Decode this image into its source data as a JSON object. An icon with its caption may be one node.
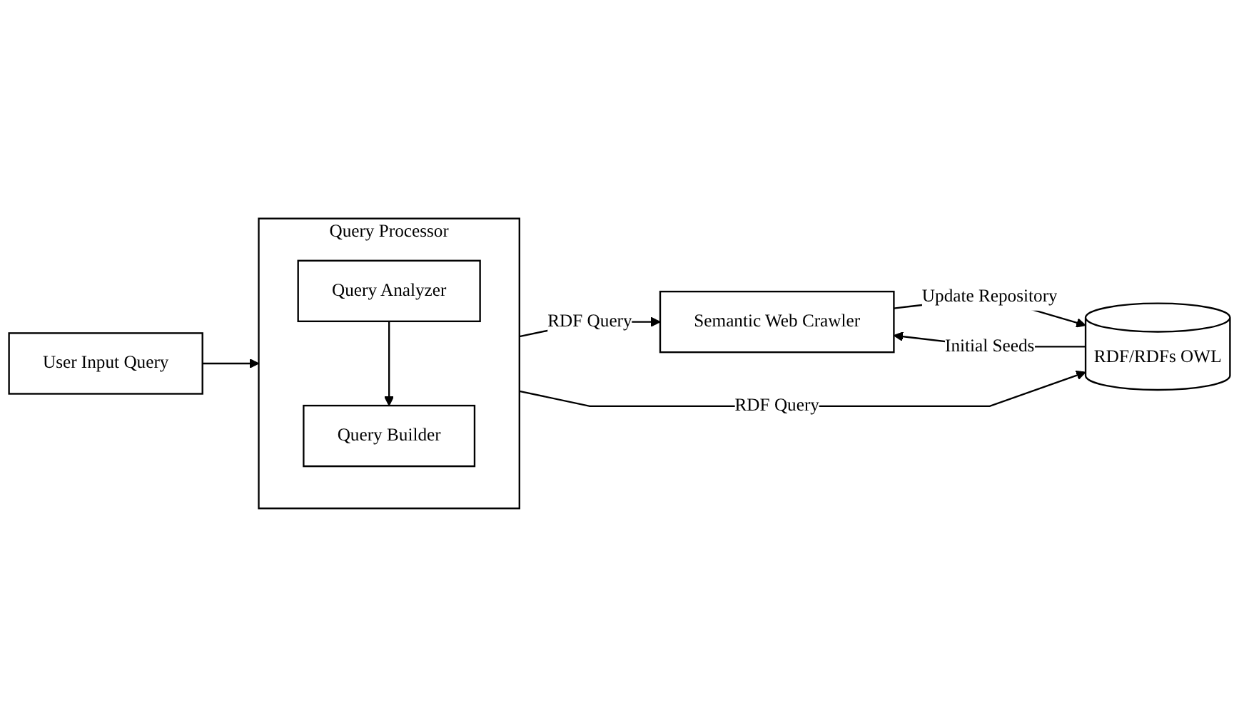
{
  "diagram": {
    "nodes": [
      {
        "text": [
          "Query Processor"
        ]
      },
      {
        "text": [
          "Query Analyzer"
        ],
        "in": 0
      },
      {
        "text": [
          "Query Builder"
        ],
        "in": 0
      },
      {
        "text": [
          "User Input Query"
        ]
      },
      {
        "text": [
          "Semantic Web Crawler"
        ]
      },
      {
        "text": [
          "RDF/RDFs OWL"
        ]
      }
    ],
    "edges": [
      {
        "from": 3,
        "to": 0,
        "arrow": "to"
      },
      {
        "from": 1,
        "to": 2,
        "arrow": "to"
      },
      {
        "from": 0,
        "to": 4,
        "label": "RDF Query",
        "arrow": "to"
      },
      {
        "from": 0,
        "to": 5,
        "label": "RDF Query",
        "arrow": "to"
      },
      {
        "from": 5,
        "to": 4,
        "label": "Initial Seeds",
        "arrow": "to"
      },
      {
        "from": 4,
        "to": 5,
        "label": "Update Repository",
        "arrow": "to"
      }
    ]
  }
}
